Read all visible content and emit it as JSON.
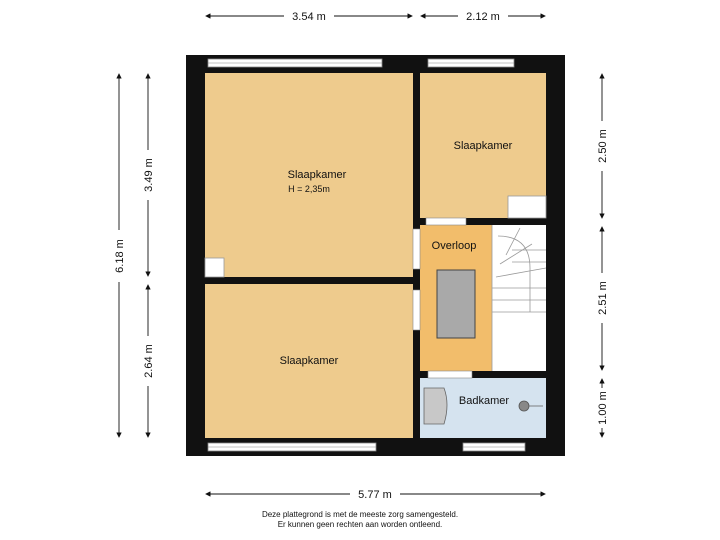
{
  "dimensions": {
    "top_left": "3.54 m",
    "top_right": "2.12 m",
    "left_total": "6.18 m",
    "left_upper": "3.49 m",
    "left_lower": "2.64 m",
    "right_upper": "2.50 m",
    "right_middle": "2.51 m",
    "right_lower": "1.00 m",
    "bottom_total": "5.77 m"
  },
  "rooms": {
    "slaapkamer_large": {
      "name": "Slaapkamer",
      "height": "H = 2,35m"
    },
    "slaapkamer_small": {
      "name": "Slaapkamer"
    },
    "slaapkamer_lower": {
      "name": "Slaapkamer"
    },
    "overloop": {
      "name": "Overloop"
    },
    "badkamer": {
      "name": "Badkamer"
    }
  },
  "colors": {
    "bedroom_floor": "#EECB8D",
    "landing_floor": "#F2BD6B",
    "bathroom_floor": "#D5E3EF",
    "wall": "#111111"
  },
  "disclaimer": {
    "line1": "Deze plattegrond is met de meeste zorg samengesteld.",
    "line2": "Er kunnen geen rechten aan worden ontleend."
  }
}
